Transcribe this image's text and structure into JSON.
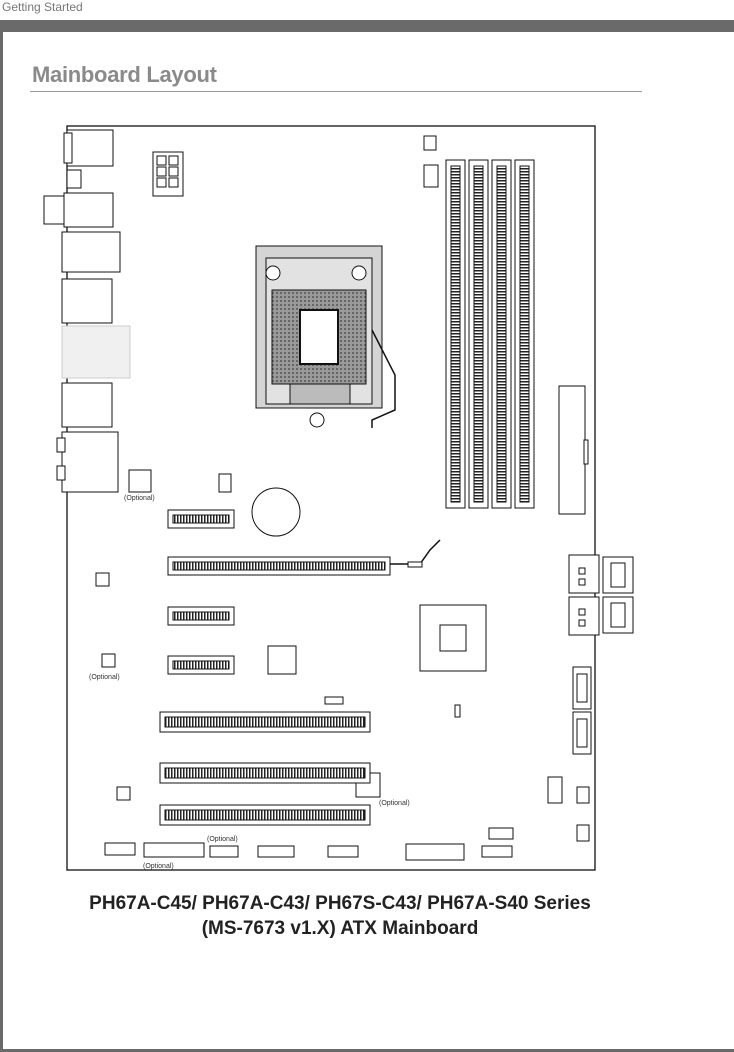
{
  "header": {
    "section_label": "Getting Started"
  },
  "page": {
    "title": "Mainboard Layout"
  },
  "diagram": {
    "optional_label": "(Optional)",
    "caption_line1": "PH67A-C45/ PH67A-C43/ PH67S-C43/ PH67A-S40 Series",
    "caption_line2": "(MS-7673 v1.X) ATX Mainboard"
  }
}
